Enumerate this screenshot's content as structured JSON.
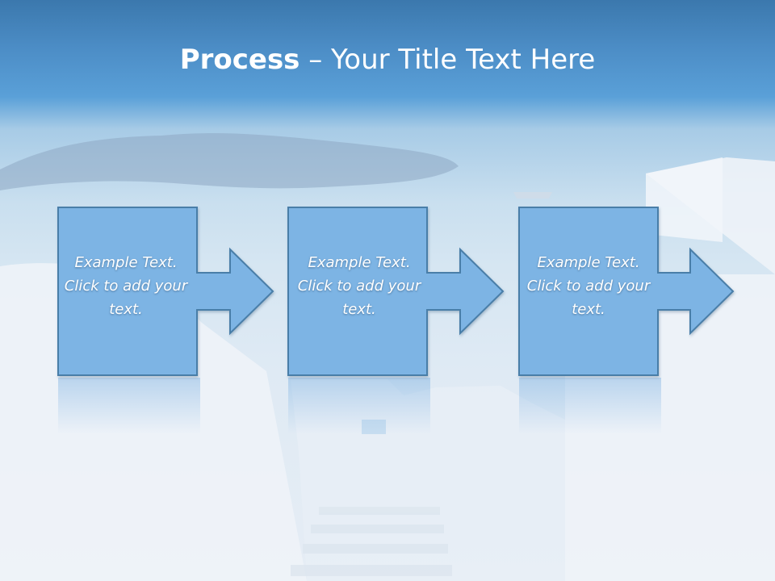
{
  "title": {
    "strong": "Process",
    "rest": " – Your Title Text Here"
  },
  "steps": [
    {
      "text": "Example Text. Click  to add your text."
    },
    {
      "text": "Example Text. Click  to add your text."
    },
    {
      "text": "Example Text. Click  to add your text."
    }
  ],
  "colors": {
    "box_fill": "#7db4e4",
    "box_stroke": "#4a7ea8",
    "title_text": "#ffffff"
  }
}
